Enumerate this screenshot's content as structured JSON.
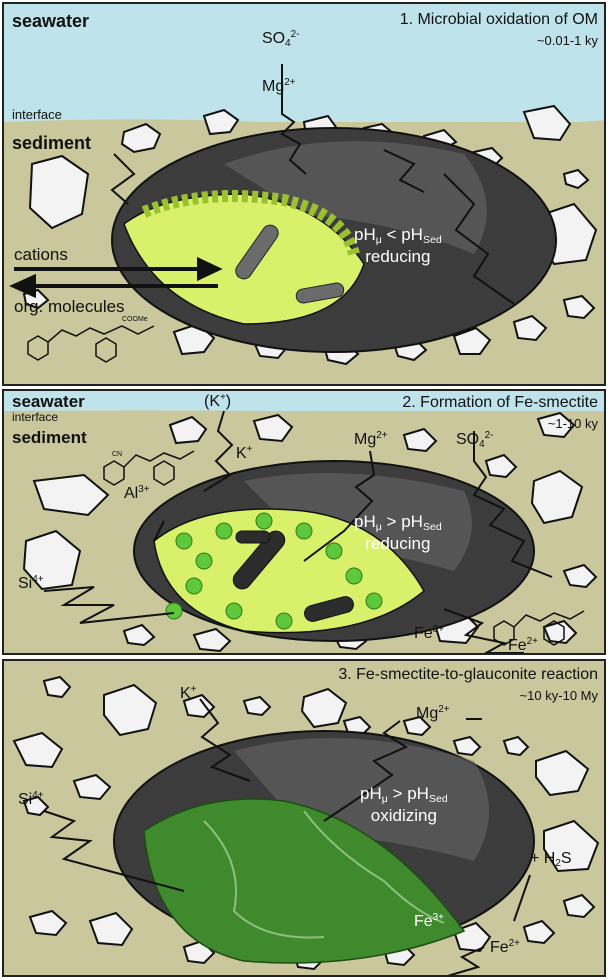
{
  "colors": {
    "seawater": "#bfe3ea",
    "sediment": "#c9c79b",
    "grain_body": "#3c3c3c",
    "smectite_green": "#d9f06a",
    "glauconite_green": "#3f8a2c",
    "rock_fill": "#f3f3f3"
  },
  "panels": [
    {
      "seawater_label": "seawater",
      "interface_label": "interface",
      "sediment_label": "sediment",
      "title": "1. Microbial oxidation of OM",
      "age": "~0.01-1 ky",
      "condition_line1": "pH",
      "condition_mu": "μ",
      "condition_op": "<",
      "condition_sed": "Sed",
      "condition_line2": "reducing",
      "sulfate": "SO",
      "sulfate_sub": "4",
      "sulfate_sup": "2-",
      "mg": "Mg",
      "mg_sup": "2+",
      "cations_label": "cations",
      "organics_label": "org. molecules",
      "molecule_label": "COOMe"
    },
    {
      "seawater_label": "seawater",
      "interface_label": "interface",
      "sediment_label": "sediment",
      "title": "2. Formation of Fe-smectite",
      "age": "~1-10 ky",
      "condition_line1": "pH",
      "condition_mu": "μ",
      "condition_op": ">",
      "condition_sed": "Sed",
      "condition_line2": "reducing",
      "k_paren": "(K",
      "k_paren_sup": "+",
      "k_paren_close": ")",
      "k": "K",
      "k_sup": "+",
      "mg": "Mg",
      "mg_sup": "2+",
      "sulfate": "SO",
      "sulfate_sub": "4",
      "sulfate_sup": "2-",
      "al": "Al",
      "al_sup": "3+",
      "si": "Si",
      "si_sup": "4+",
      "fe_in": "Fe",
      "fe_in_sup": "3+",
      "fe_complex": "Fe",
      "fe_complex_sup": "2+",
      "molecule_label": "CN"
    },
    {
      "title": "3. Fe-smectite-to-glauconite reaction",
      "age": "~10 ky-10 My",
      "condition_line1": "pH",
      "condition_mu": "μ",
      "condition_op": ">",
      "condition_sed": "Sed",
      "condition_line2": "oxidizing",
      "k": "K",
      "k_sup": "+",
      "mg": "Mg",
      "mg_sup": "2+",
      "si": "Si",
      "si_sup": "4+",
      "fe3": "Fe",
      "fe3_sup": "3+",
      "fe2": "Fe",
      "fe2_sup": "2+",
      "h2s_prefix": "+ H",
      "h2s_sub": "2",
      "h2s_suffix": "S"
    }
  ]
}
